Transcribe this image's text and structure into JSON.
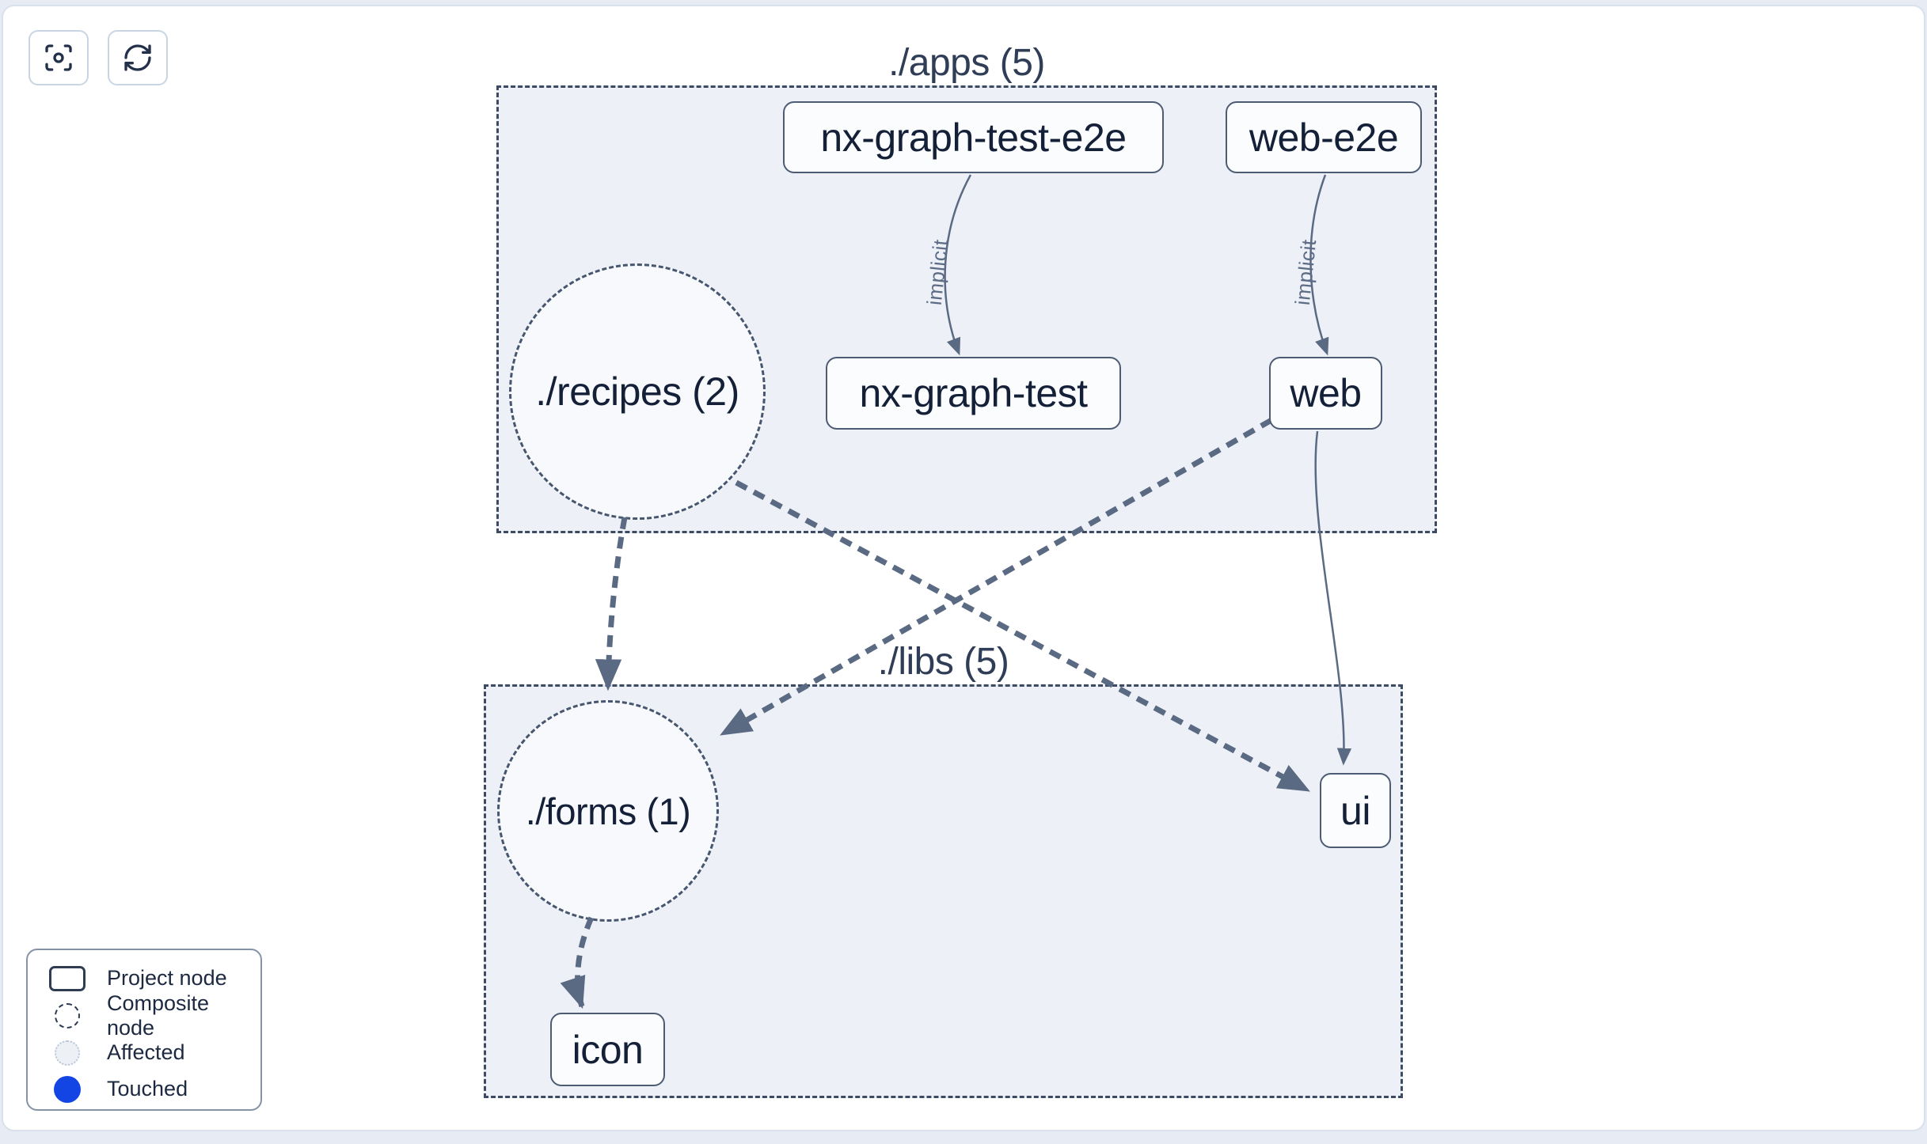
{
  "toolbar": {
    "buttons": [
      {
        "icon": "focus-crosshair-icon"
      },
      {
        "icon": "refresh-icon"
      }
    ]
  },
  "groups": {
    "apps": {
      "label": "./apps (5)"
    },
    "libs": {
      "label": "./libs (5)"
    }
  },
  "nodes": {
    "nx_graph_test_e2e": {
      "label": "nx-graph-test-e2e",
      "type": "project"
    },
    "web_e2e": {
      "label": "web-e2e",
      "type": "project"
    },
    "nx_graph_test": {
      "label": "nx-graph-test",
      "type": "project"
    },
    "web": {
      "label": "web",
      "type": "project"
    },
    "ui": {
      "label": "ui",
      "type": "project"
    },
    "icon": {
      "label": "icon",
      "type": "project"
    },
    "recipes": {
      "label": "./recipes (2)",
      "type": "composite"
    },
    "forms": {
      "label": "./forms (1)",
      "type": "composite"
    }
  },
  "edges": [
    {
      "from": "nx-graph-test-e2e",
      "to": "nx-graph-test",
      "label": "implicit",
      "style": "solid-thin"
    },
    {
      "from": "web-e2e",
      "to": "web",
      "label": "implicit",
      "style": "solid-thin"
    },
    {
      "from": "./recipes (2)",
      "to": "./forms (1)",
      "label": "",
      "style": "dashed-thick"
    },
    {
      "from": "./recipes (2)",
      "to": "ui",
      "label": "",
      "style": "dashed-thick"
    },
    {
      "from": "web",
      "to": "./forms (1)",
      "label": "",
      "style": "dashed-thick"
    },
    {
      "from": "web",
      "to": "ui",
      "label": "",
      "style": "solid-thin"
    },
    {
      "from": "./forms (1)",
      "to": "icon",
      "label": "",
      "style": "dashed-thick"
    }
  ],
  "legend": {
    "items": [
      {
        "icon": "project-node-icon",
        "label": "Project node"
      },
      {
        "icon": "composite-node-icon",
        "label": "Composite node"
      },
      {
        "icon": "affected-icon",
        "label": "Affected"
      },
      {
        "icon": "touched-icon",
        "label": "Touched"
      }
    ]
  },
  "colors": {
    "touched_blue": "#1245e3",
    "edge_gray": "#5b6a83",
    "container_fill": "#edf1f7",
    "node_fill": "#fbfcfe",
    "text_dark": "#141f38"
  }
}
